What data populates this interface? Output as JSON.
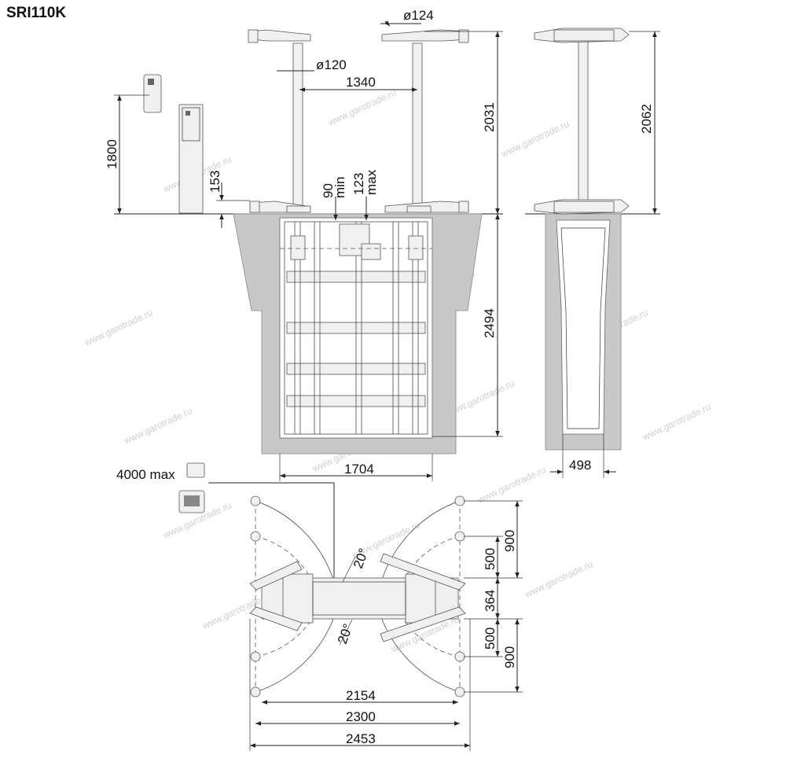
{
  "title": "SRI110K",
  "dimensions": {
    "d124": "ø124",
    "d120": "ø120",
    "w1340": "1340",
    "h2031": "2031",
    "h2062": "2062",
    "h1800": "1800",
    "h153": "153",
    "min90": "90",
    "min_label": "min",
    "max123": "123",
    "max_label": "max",
    "h2494": "2494",
    "w1704": "1704",
    "w498": "498",
    "reach": "4000 max",
    "v900_top": "900",
    "v500_top": "500",
    "v364": "364",
    "v500_bot": "500",
    "v900_bot": "900",
    "angle_top": "20°",
    "angle_bot": "20°",
    "w2154": "2154",
    "w2300": "2300",
    "w2453": "2453"
  },
  "watermark": "www.garotrade.ru"
}
